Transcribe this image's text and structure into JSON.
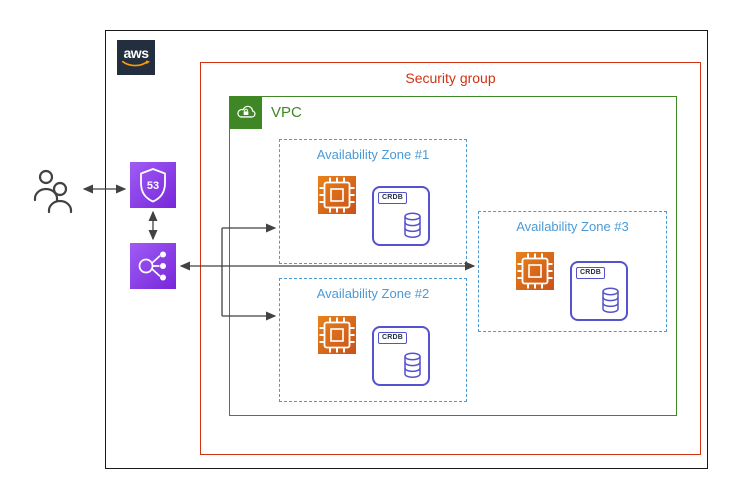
{
  "aws_logo": {
    "text": "aws"
  },
  "security_group": {
    "label": "Security group"
  },
  "vpc": {
    "label": "VPC"
  },
  "zones": [
    {
      "label": "Availability Zone #1"
    },
    {
      "label": "Availability Zone #2"
    },
    {
      "label": "Availability Zone #3"
    }
  ],
  "crdb": {
    "label": "CRDB"
  },
  "route53": {
    "label": "53"
  },
  "icons": {
    "users": "users-icon",
    "route53": "route53-shield-icon",
    "load_balancer": "load-balancer-icon",
    "ec2": "ec2-instance-icon",
    "crdb_database": "database-cylinder-icon",
    "vpc": "vpc-cloud-icon",
    "aws_smile": "aws-smile-swoosh-icon"
  },
  "colors": {
    "security_group_red": "#D13212",
    "vpc_green": "#3F8624",
    "availability_zone_blue": "#4C9AD4",
    "aws_purple": "#8C4FFF",
    "ec2_orange": "#C8511B",
    "crdb_purple": "#5552CE",
    "aws_dark": "#232F3E",
    "aws_orange": "#FF9900",
    "arrow_gray": "#424242"
  }
}
